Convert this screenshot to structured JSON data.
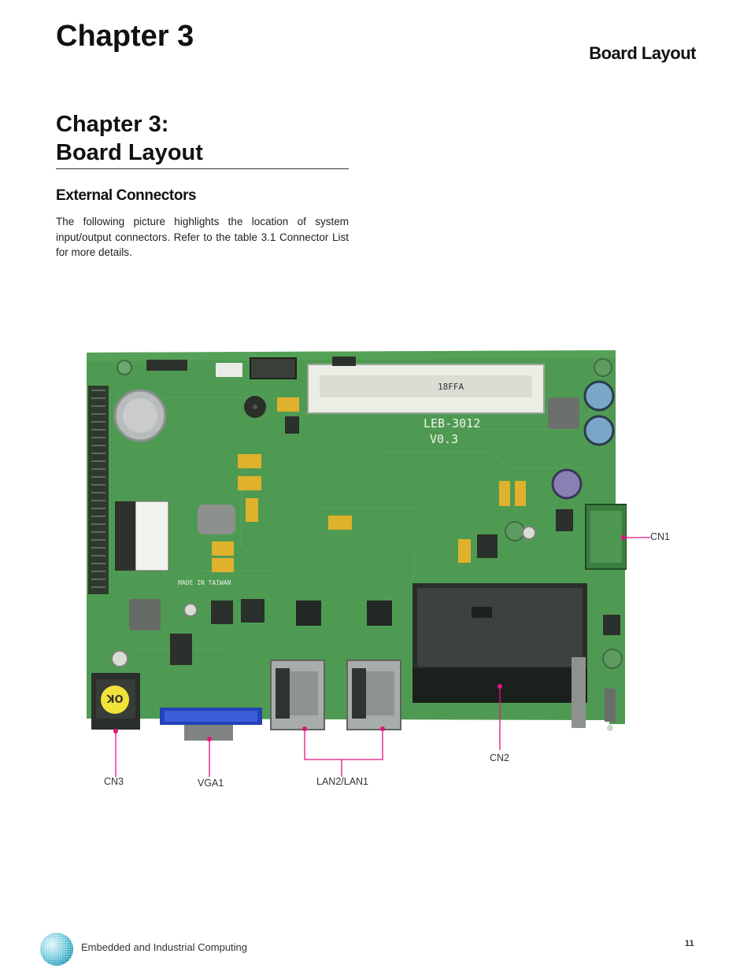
{
  "header": {
    "chapter": "Chapter 3",
    "running_title": "Board Layout"
  },
  "section": {
    "title_line1": "Chapter 3:",
    "title_line2": "Board Layout",
    "subtitle": "External Connectors",
    "intro": "The following picture highlights the location of system input/output connectors.  Refer to the table 3.1 Connector List for more details."
  },
  "board": {
    "silkscreen": {
      "model": "LEB-3012",
      "version": "V0.3",
      "made_in": "MADE IN TAIWAN",
      "slot_code": "18FFA",
      "ok_sticker": "OK"
    },
    "callouts": {
      "cn1": "CN1",
      "cn2": "CN2",
      "cn3": "CN3",
      "vga1": "VGA1",
      "lan": "LAN2/LAN1"
    },
    "colors": {
      "pcb": "#4f9a52",
      "callout": "#e0147f"
    }
  },
  "footer": {
    "company": "Embedded and Industrial Computing",
    "page": "11"
  }
}
